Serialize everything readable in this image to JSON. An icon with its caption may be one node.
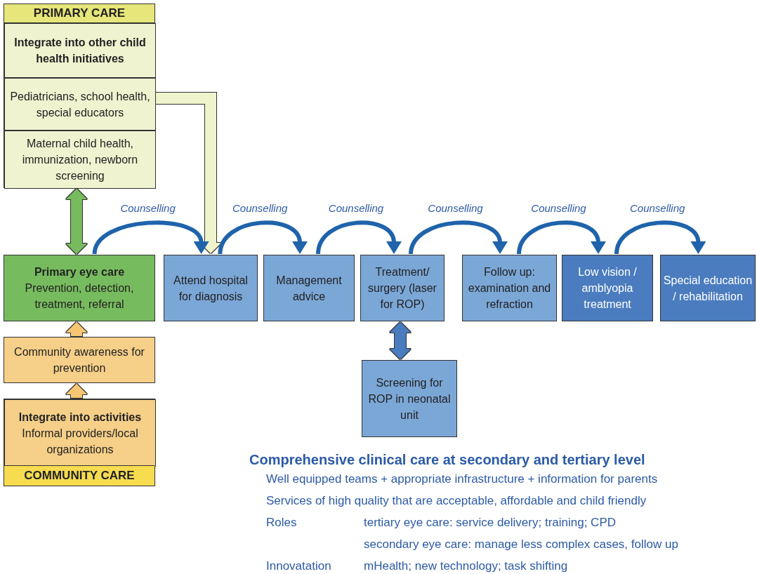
{
  "diagram": {
    "nodes": [
      {
        "text": [
          "PRIMARY CARE"
        ]
      },
      {
        "text": [
          "Integrate into other child health initiatives"
        ],
        "in": 0
      },
      {
        "text": [
          "Pediatricians, school health, special educators"
        ],
        "in": 0
      },
      {
        "text": [
          "Maternal child health, immunization, newborn screening"
        ],
        "in": 0
      },
      {
        "text": [
          "Primary eye care",
          "Prevention, detection, treatment, referral"
        ]
      },
      {
        "text": [
          "Community awareness for prevention"
        ]
      },
      {
        "text": [
          "COMMUNITY CARE"
        ]
      },
      {
        "text": [
          "Integrate into activities",
          "Informal providers/local organizations"
        ],
        "in": 6
      },
      {
        "text": [
          "Attend hospital for diagnosis"
        ]
      },
      {
        "text": [
          "Management advice"
        ]
      },
      {
        "text": [
          "Treatment/ surgery (laser for ROP)"
        ]
      },
      {
        "text": [
          "Follow up: examination and refraction"
        ]
      },
      {
        "text": [
          "Low vision / amblyopia treatment"
        ]
      },
      {
        "text": [
          "Special education / rehabilitation"
        ]
      },
      {
        "text": [
          "Screening for ROP in neonatal unit"
        ]
      }
    ],
    "edges": [
      {
        "from": 2,
        "to": 8,
        "arrow": "to",
        "style": "thick",
        "color": "#f0f4cc"
      },
      {
        "from": 3,
        "to": 4,
        "arrow": "both",
        "style": "thick",
        "color": "#77bb5f"
      },
      {
        "from": 5,
        "to": 4,
        "arrow": "to",
        "style": "thick",
        "color": "#f6c673"
      },
      {
        "from": 7,
        "to": 5,
        "arrow": "to",
        "style": "thick",
        "color": "#f6c673"
      },
      {
        "from": 4,
        "to": 8,
        "arrow": "to",
        "label": "Counselling"
      },
      {
        "from": 8,
        "to": 9,
        "arrow": "to",
        "label": "Counselling"
      },
      {
        "from": 9,
        "to": 10,
        "arrow": "to",
        "label": "Counselling"
      },
      {
        "from": 10,
        "to": 11,
        "arrow": "to",
        "label": "Counselling"
      },
      {
        "from": 11,
        "to": 12,
        "arrow": "to",
        "label": "Counselling"
      },
      {
        "from": 12,
        "to": 13,
        "arrow": "to",
        "label": "Counselling"
      },
      {
        "from": 14,
        "to": 10,
        "arrow": "both",
        "style": "thick",
        "color": "#4a7cbf"
      }
    ],
    "labels": [
      "Comprehensive clinical care at secondary and tertiary level",
      "Well equipped teams +  appropriate infrastructure + information for parents",
      "Services of high quality that are acceptable, affordable and child friendly",
      "Roles",
      "tertiary eye care: service delivery; training; CPD",
      "secondary eye care: manage less complex cases, follow up",
      "Innovatation",
      "mHealth; new technology; task shifting"
    ]
  }
}
